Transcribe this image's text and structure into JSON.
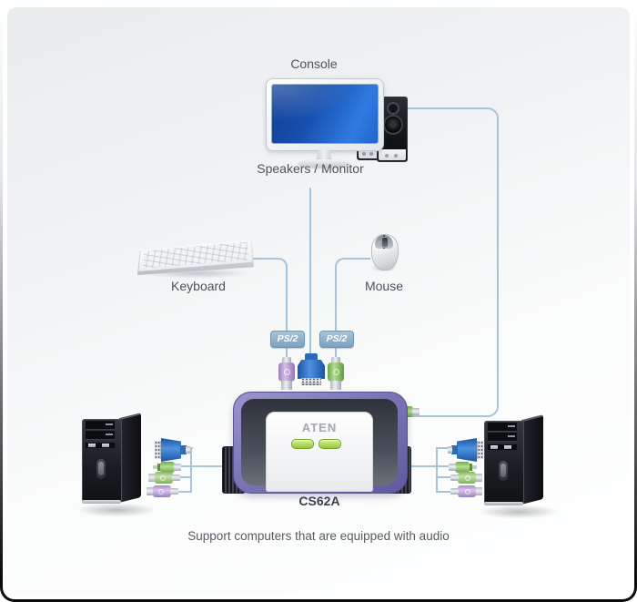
{
  "diagram": {
    "labels": {
      "console": "Console",
      "speakers_monitor": "Speakers / Monitor",
      "keyboard": "Keyboard",
      "mouse": "Mouse",
      "caption": "Support computers that are equipped with audio"
    },
    "badges": {
      "keyboard_ps2": "PS/2",
      "mouse_ps2": "PS/2"
    },
    "device": {
      "brand": "ATEN",
      "model": "CS62A",
      "led_count": 2
    },
    "colors": {
      "cable_line": "#a9c4da",
      "badge_blue": "#7aa2c0",
      "switch_purple": "#7b75b8",
      "led_green": "#93c83e",
      "vga_blue": "#2a6fc0",
      "audio_green": "#7cc142",
      "ps2_purple": "#b79bd4",
      "ps2_green": "#a5cf8d",
      "monitor_screen_blue": "#1f5ec4"
    }
  }
}
